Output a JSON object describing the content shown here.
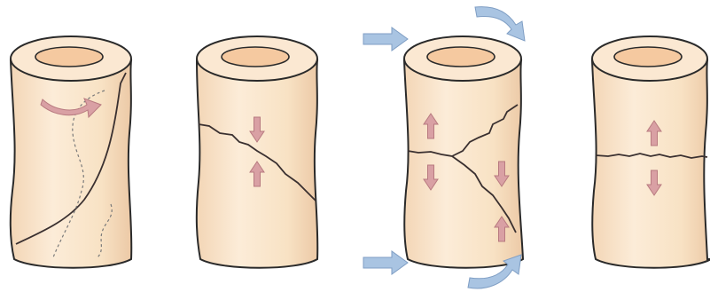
{
  "figure": {
    "panels": [
      {
        "id": "spiral",
        "fracture_pattern": "spiral",
        "force_arrows": [
          "twist-arrow"
        ]
      },
      {
        "id": "oblique",
        "fracture_pattern": "oblique",
        "force_arrows": [
          "compression-arrow-down",
          "compression-arrow-up"
        ]
      },
      {
        "id": "butterfly",
        "fracture_pattern": "butterfly",
        "force_arrows": [
          "tension-arrow-up",
          "compression-arrow-down",
          "compression-arrow-down",
          "compression-arrow-up",
          "bending-arrow-top",
          "bending-arrow-bottom",
          "moment-arrow-top",
          "moment-arrow-bottom"
        ]
      },
      {
        "id": "transverse",
        "fracture_pattern": "transverse",
        "force_arrows": [
          "tension-arrow-up",
          "tension-arrow-down"
        ]
      }
    ]
  },
  "colors": {
    "bone_fill": "#f8e4c8",
    "bone_outline": "#2a2a2a",
    "marrow": "#f5c9a0",
    "fracture_line": "#3a3030",
    "hidden_line": "#7a7a7a",
    "force_arrow": "#d9a0a4",
    "force_arrow_outline": "#b87a80",
    "load_arrow": "#a9c4e2",
    "load_arrow_outline": "#7f9ec4"
  }
}
